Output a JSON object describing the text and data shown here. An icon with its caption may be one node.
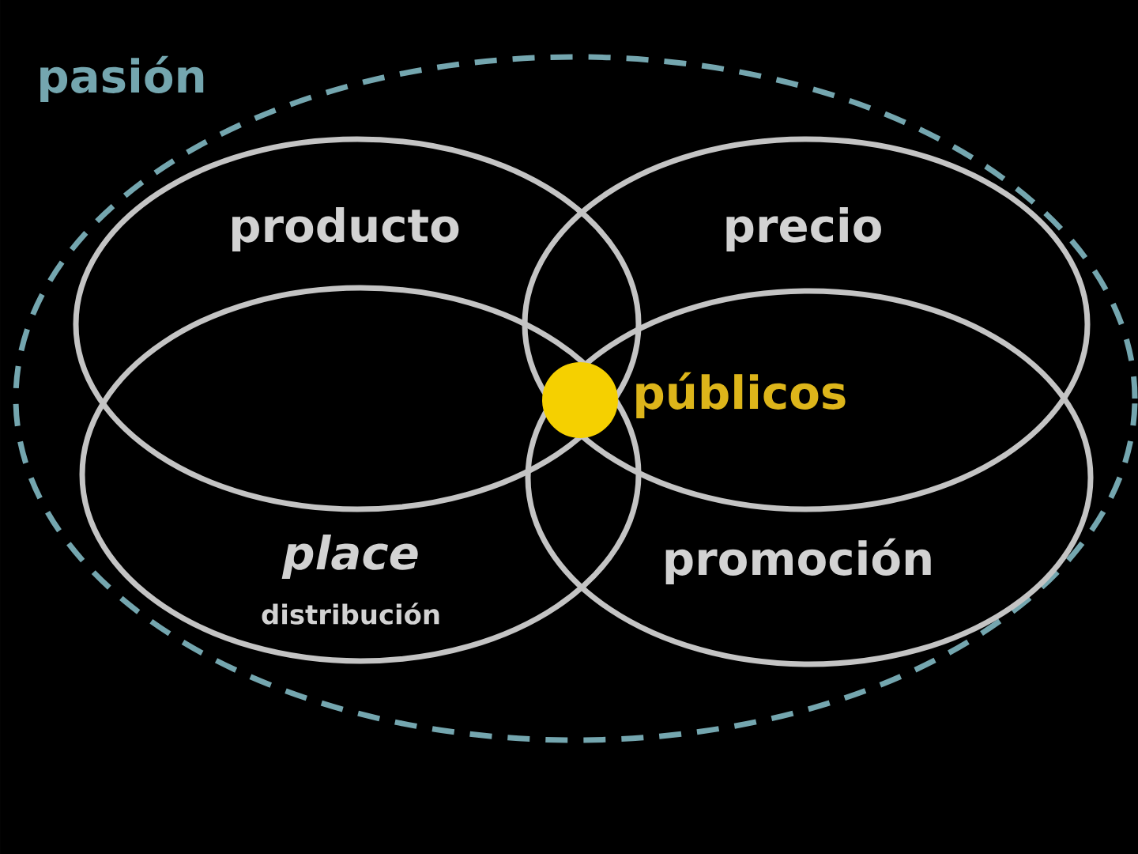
{
  "diagram": {
    "nodes": [
      {
        "text": [
          "pasión"
        ]
      },
      {
        "text": [
          "producto"
        ],
        "in": 0
      },
      {
        "text": [
          "precio"
        ],
        "in": 0
      },
      {
        "text": [
          "place",
          "distribución"
        ],
        "in": 0
      },
      {
        "text": [
          "promoción"
        ],
        "in": 0
      },
      {
        "text": [],
        "shape": "circle",
        "beside": [
          "públicos"
        ]
      }
    ]
  }
}
